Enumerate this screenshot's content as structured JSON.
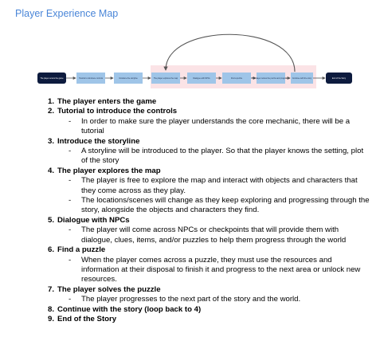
{
  "title": "Player Experience Map",
  "flow": {
    "nodes": [
      {
        "label": "The player enters the game",
        "dark": true
      },
      {
        "label": "Tutorial to introduce controls",
        "dark": false
      },
      {
        "label": "Introduce the storyline",
        "dark": false
      },
      {
        "label": "The player explores the map",
        "dark": false
      },
      {
        "label": "Dialogue with NPCs",
        "dark": false
      },
      {
        "label": "Find a puzzle",
        "dark": false
      },
      {
        "label": "The player solves the puzzle and progresses",
        "dark": false
      },
      {
        "label": "Continue with the story",
        "dark": false
      },
      {
        "label": "End of the Story",
        "dark": true
      }
    ],
    "colors": {
      "dark_node": "#0d1b3e",
      "light_node": "#9fc5e8",
      "loop_bg": "#fbe3e6",
      "line": "#555555"
    }
  },
  "steps": [
    {
      "num": "1.",
      "title": "The player enters the game",
      "subs": []
    },
    {
      "num": "2.",
      "title": "Tutorial to introduce the controls",
      "subs": [
        "In order to make sure the player understands the core mechanic, there will be a tutorial"
      ]
    },
    {
      "num": "3.",
      "title": "Introduce the storyline",
      "subs": [
        "A storyline will be introduced to the player. So that the player knows the setting, plot of the story"
      ]
    },
    {
      "num": "4.",
      "title": "The player explores the map",
      "subs": [
        "The player is free to explore the map and interact with objects and characters that they come across as they play.",
        "The locations/scenes will change as they keep exploring and progressing through the story, alongside the objects and characters they find."
      ]
    },
    {
      "num": "5.",
      "title": "Dialogue with NPCs",
      "subs": [
        "The player will come across NPCs or checkpoints that will provide them with dialogue, clues, items, and/or puzzles to help them progress through the world"
      ]
    },
    {
      "num": "6.",
      "title": "Find a puzzle",
      "subs": [
        "When the player comes across a puzzle, they must use the resources and information at their disposal to finish it and progress to the next area or unlock new resources."
      ]
    },
    {
      "num": "7.",
      "title": "The player solves the puzzle",
      "subs": [
        "The player progresses to the next part of the story and the world."
      ]
    },
    {
      "num": "8.",
      "title": "Continue with the story (loop back to 4)",
      "subs": []
    },
    {
      "num": "9.",
      "title": "End of the Story",
      "subs": []
    }
  ]
}
